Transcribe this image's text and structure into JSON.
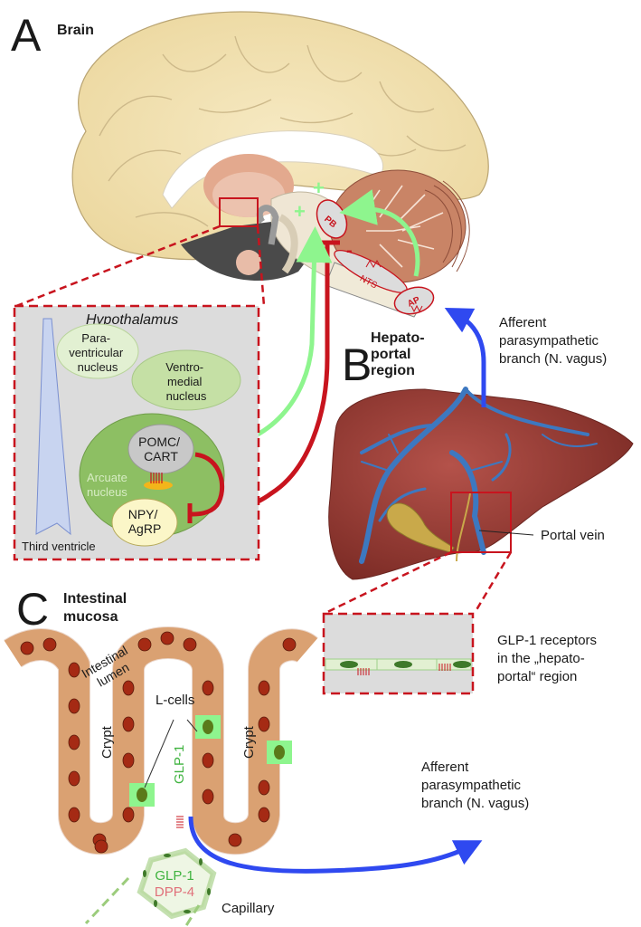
{
  "panels": {
    "a": {
      "letter": "A",
      "title": "Brain",
      "structures": {
        "pb": "PB",
        "nts": "NTS",
        "ap": "AP",
        "plus": "+",
        "minus": "-"
      },
      "hypothalamus": {
        "title": "Hypothalamus",
        "paraventricular": [
          "Para-",
          "ventricular",
          "nucleus"
        ],
        "ventromedial": [
          "Ventro-",
          "medial",
          "nucleus"
        ],
        "pomc": [
          "POMC/",
          "CART"
        ],
        "arcuate": [
          "Arcuate",
          "nucleus"
        ],
        "npy": [
          "NPY/",
          "AgRP"
        ],
        "third_ventricle": "Third ventricle"
      }
    },
    "b": {
      "letter": "B",
      "title": [
        "Hepato-",
        "portal",
        "region"
      ],
      "afferent": [
        "Afferent",
        "parasympathetic",
        "branch (N. vagus)"
      ],
      "portal_vein": "Portal vein",
      "receptors": [
        "GLP-1 receptors",
        "in the „hepato-",
        "portal“ region"
      ]
    },
    "c": {
      "letter": "C",
      "title": [
        "Intestinal",
        "mucosa"
      ],
      "lumen": [
        "Intestinal",
        "lumen"
      ],
      "crypt": "Crypt",
      "l_cells": "L-cells",
      "glp1": "GLP-1",
      "capillary_glp1": "GLP-1",
      "capillary_dpp4": "DPP-4",
      "capillary": "Capillary",
      "afferent": [
        "Afferent",
        "parasympathetic",
        "branch (N. vagus)"
      ]
    }
  },
  "colors": {
    "brain_cortex": "#f2e2b0",
    "cerebellum": "#c98466",
    "excitatory_arrow": "#8ef58e",
    "inhibitory": "#c8141e",
    "vagal_arrow": "#2f49f0",
    "liver": "#9a3b32",
    "vessels": "#3d78c0",
    "hypothalamus_bg": "#dcdcdc",
    "glp1_text": "#3fb33f",
    "dpp4_text": "#e0707a"
  }
}
